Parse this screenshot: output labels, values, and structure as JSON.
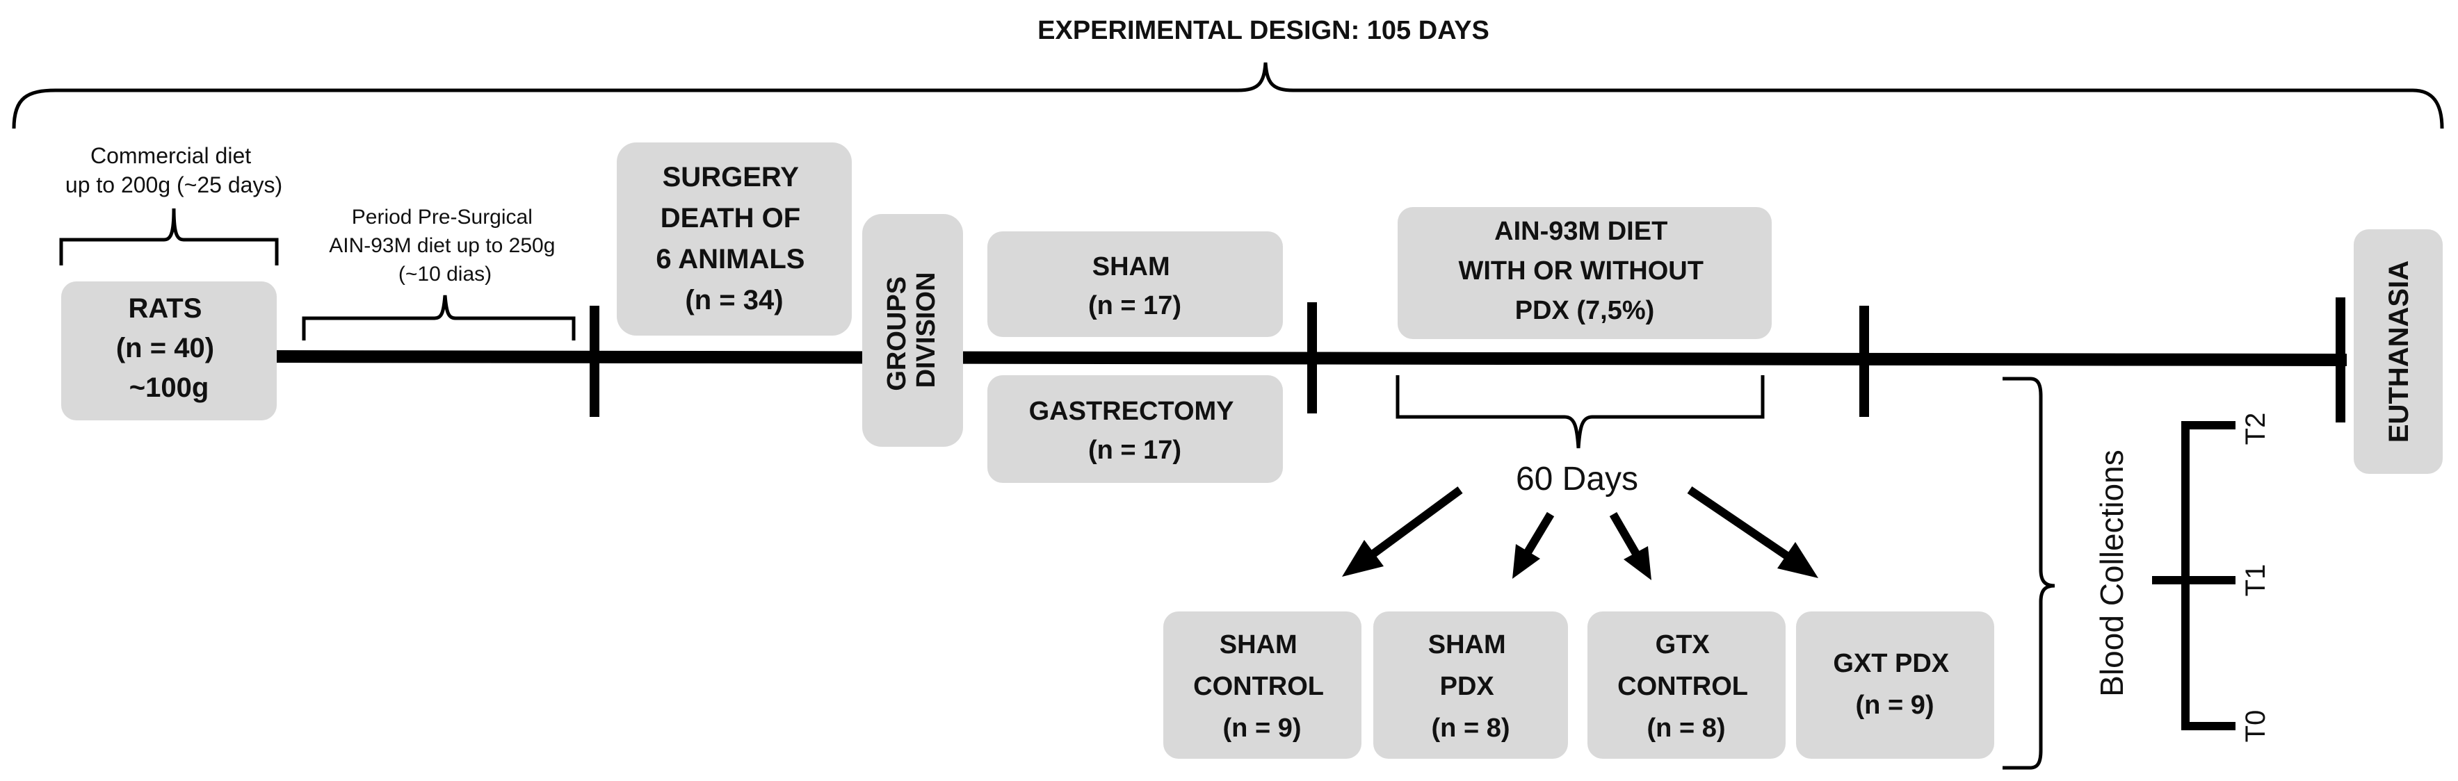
{
  "title": "EXPERIMENTAL DESIGN: 105 DAYS",
  "annotations": {
    "commercial_diet": [
      "Commercial diet",
      "up to 200g (~25 days)"
    ],
    "pre_surgical": [
      "Period Pre-Surgical",
      "AIN-93M diet up to 250g",
      "(~10 dias)"
    ],
    "sixty_days": "60 Days",
    "blood_collections": "Blood Collections",
    "timepoints": [
      "T0",
      "T1",
      "T2"
    ]
  },
  "boxes": {
    "rats": [
      "RATS",
      "(n = 40)",
      "~100g"
    ],
    "surgery": [
      "SURGERY",
      "DEATH OF",
      "6 ANIMALS",
      "(n = 34)"
    ],
    "groups_division": [
      "GROUPS",
      "DIVISION"
    ],
    "sham": [
      "SHAM",
      "(n = 17)"
    ],
    "gastrectomy": [
      "GASTRECTOMY",
      "(n = 17)"
    ],
    "diet": [
      "AIN-93M DIET",
      "WITH OR WITHOUT",
      "PDX (7,5%)"
    ],
    "euthanasia": [
      "EUTHANASIA"
    ],
    "sham_control": [
      "SHAM",
      "CONTROL",
      "(n = 9)"
    ],
    "sham_pdx": [
      "SHAM",
      "PDX",
      "(n = 8)"
    ],
    "gtx_control": [
      "GTX",
      "CONTROL",
      "(n = 8)"
    ],
    "gxt_pdx": [
      "GXT PDX",
      "(n = 9)"
    ]
  },
  "colors": {
    "box_fill": "#d9d9d9",
    "line": "#000000",
    "text": "#111111"
  }
}
